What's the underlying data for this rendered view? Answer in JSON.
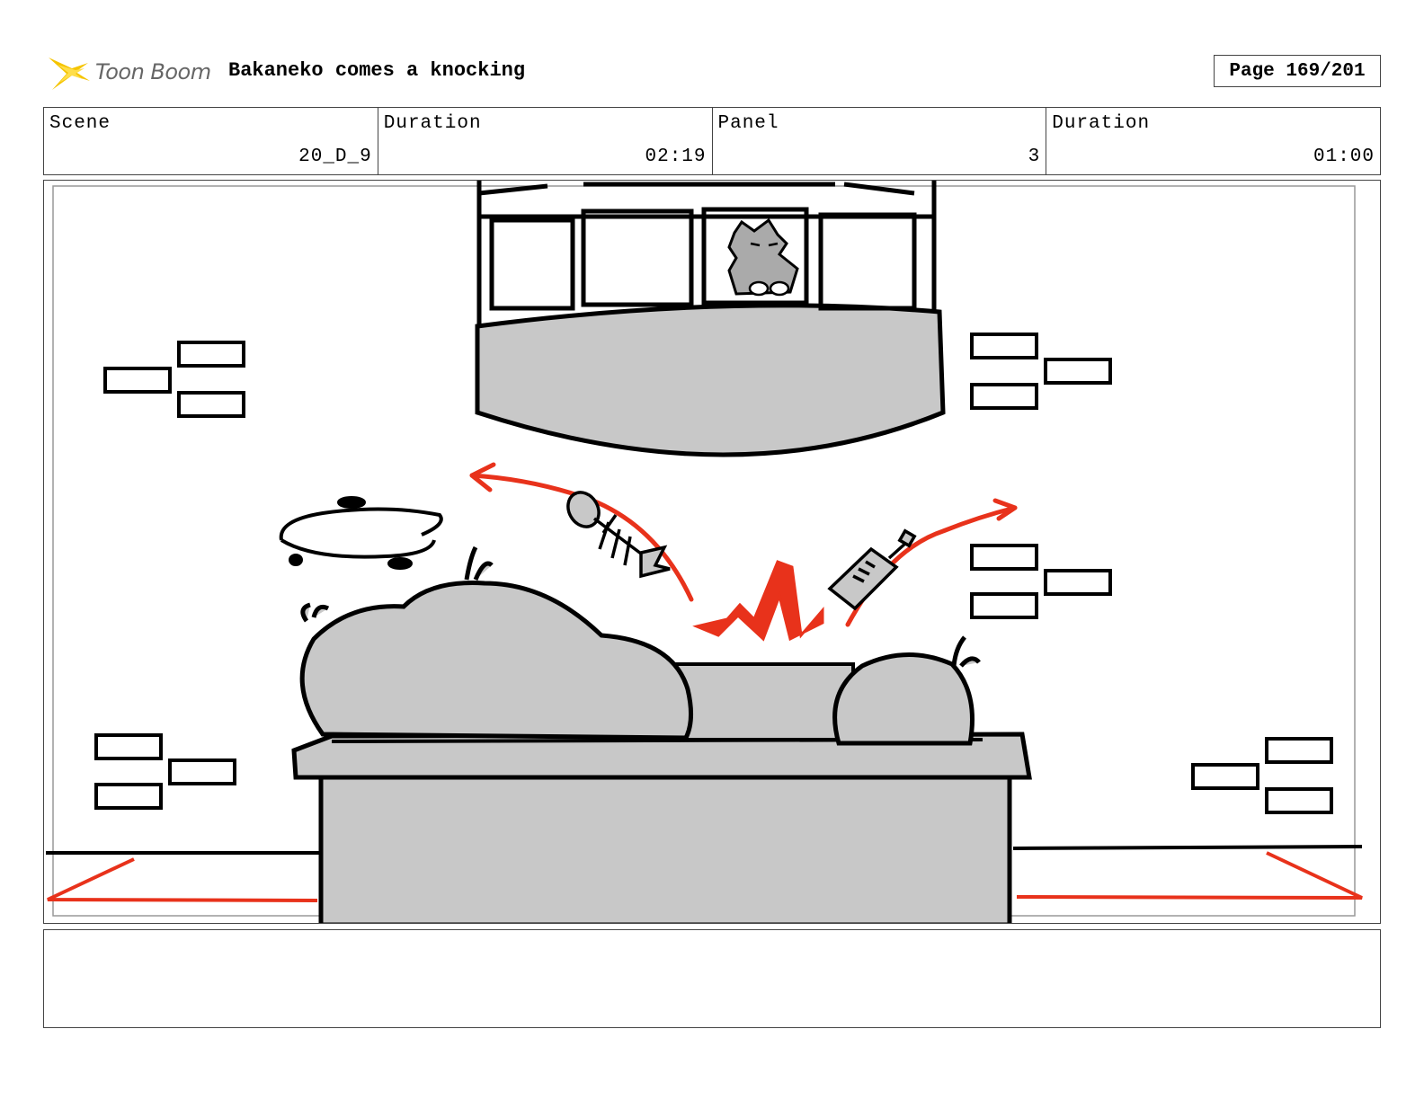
{
  "header": {
    "logo_text": "Toon Boom",
    "project_title": "Bakaneko comes a knocking",
    "page_label": "Page 169/201"
  },
  "info": {
    "scene_label": "Scene",
    "scene_value": "20_D_9",
    "duration_label": "Duration",
    "duration_value": "02:19",
    "panel_label": "Panel",
    "panel_value": "3",
    "panel_duration_label": "Duration",
    "panel_duration_value": "01:00"
  },
  "colors": {
    "accent_red": "#e8321b",
    "fill_gray": "#c8c8c8",
    "logo_yellow": "#f5c400"
  },
  "notes": {
    "text": ""
  }
}
